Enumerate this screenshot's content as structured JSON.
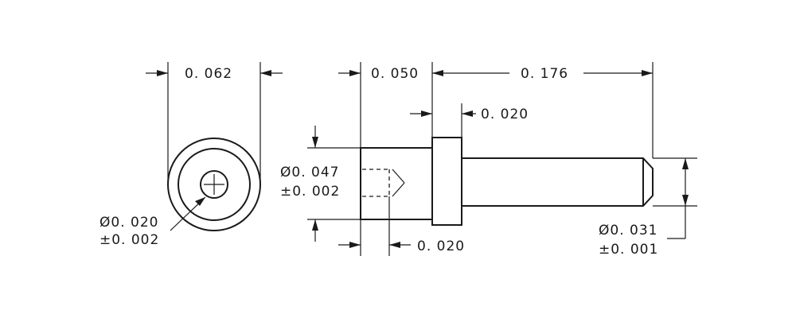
{
  "end_view": {
    "outer_diameter": "0. 062",
    "hole_diameter": "Ø0. 020",
    "hole_tolerance": "±0. 002"
  },
  "side_view": {
    "head_length": "0. 050",
    "pin_length": "0. 176",
    "flange_thickness": "0. 020",
    "head_diameter": "Ø0. 047",
    "head_tolerance": "±0. 002",
    "hole_depth": "0. 020",
    "pin_diameter": "Ø0. 031",
    "pin_tolerance": "±0. 001"
  }
}
